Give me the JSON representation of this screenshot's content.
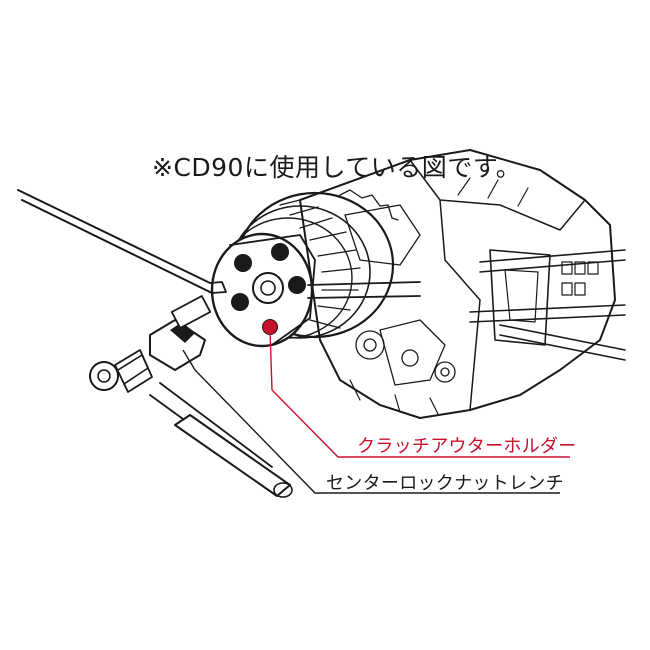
{
  "note": "※CD90に使用している図です。",
  "callouts": {
    "clutch_outer_holder": "クラッチアウターホルダー",
    "center_lock_nut_wrench": "センターロックナットレンチ"
  },
  "colors": {
    "accent": "#c8102e",
    "ink": "#1a1a1a"
  }
}
